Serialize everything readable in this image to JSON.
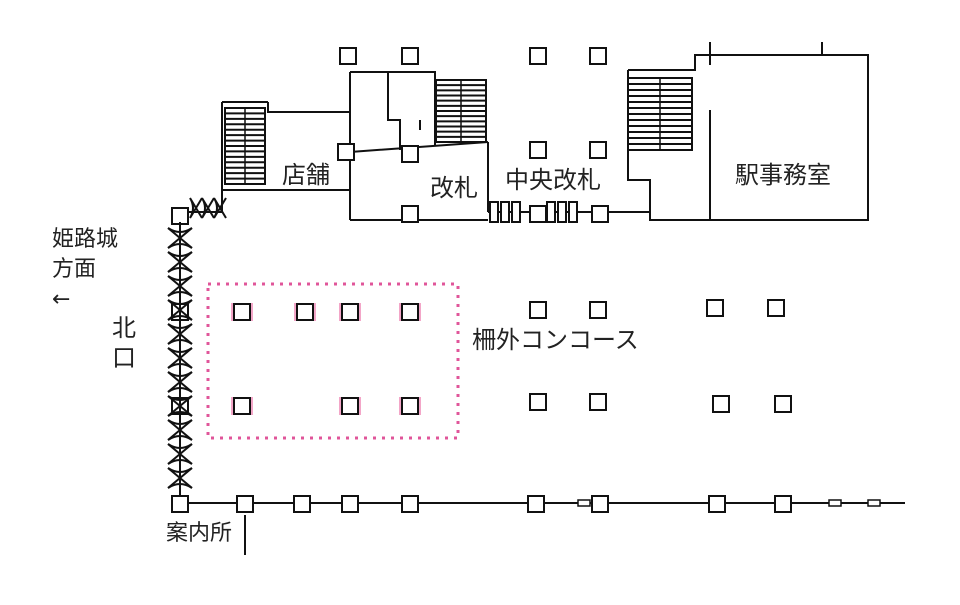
{
  "labels": {
    "shop": "店舗",
    "ticket_gate": "改札",
    "central_gate": "中央改札",
    "station_office": "駅事務室",
    "himeji_direction_line1": "姫路城",
    "himeji_direction_line2": "方面",
    "arrow": "←",
    "north_exit_line1": "北",
    "north_exit_line2": "口",
    "concourse": "柵外コンコース",
    "info_center": "案内所"
  },
  "colors": {
    "line": "#111111",
    "highlight": "#e0559a",
    "highlight_fill": "#f3a6c8",
    "background": "#ffffff"
  }
}
